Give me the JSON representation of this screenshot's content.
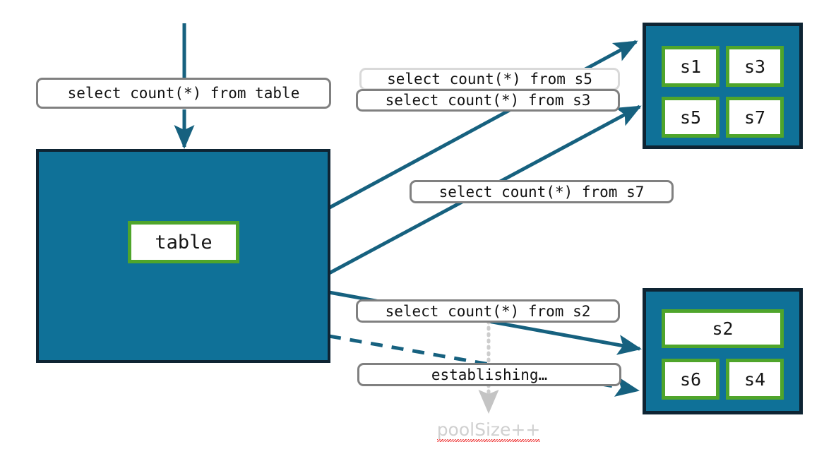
{
  "diagram": {
    "title": "connection pool query routing",
    "colors": {
      "pool_fill": "#0f7198",
      "pool_border": "#0e2433",
      "server_border": "#4fa52b",
      "arrow": "#16617f",
      "query_border": "#808080",
      "query_border_light": "#d9d9d9",
      "ghost_text": "#d0d0d0",
      "spell_error": "#ef3b3b"
    }
  },
  "source": {
    "query": "select count(*) from table",
    "table_label": "table"
  },
  "pools": [
    {
      "name": "pool-top",
      "servers": [
        {
          "label": "s1"
        },
        {
          "label": "s3"
        },
        {
          "label": "s5"
        },
        {
          "label": "s7"
        }
      ]
    },
    {
      "name": "pool-bottom",
      "servers": [
        {
          "label": "s2"
        },
        {
          "label": "s6"
        },
        {
          "label": "s4"
        }
      ]
    }
  ],
  "queries": [
    {
      "name": "query-s5",
      "text": "select count(*) from s5",
      "style": "light"
    },
    {
      "name": "query-s3",
      "text": "select count(*) from s3",
      "style": "normal"
    },
    {
      "name": "query-s7",
      "text": "select count(*) from s7",
      "style": "normal"
    },
    {
      "name": "query-s2",
      "text": "select count(*) from s2",
      "style": "normal"
    },
    {
      "name": "query-establishing",
      "text": "establishing…",
      "style": "normal"
    }
  ],
  "annotations": {
    "pool_size": "poolSize++"
  }
}
